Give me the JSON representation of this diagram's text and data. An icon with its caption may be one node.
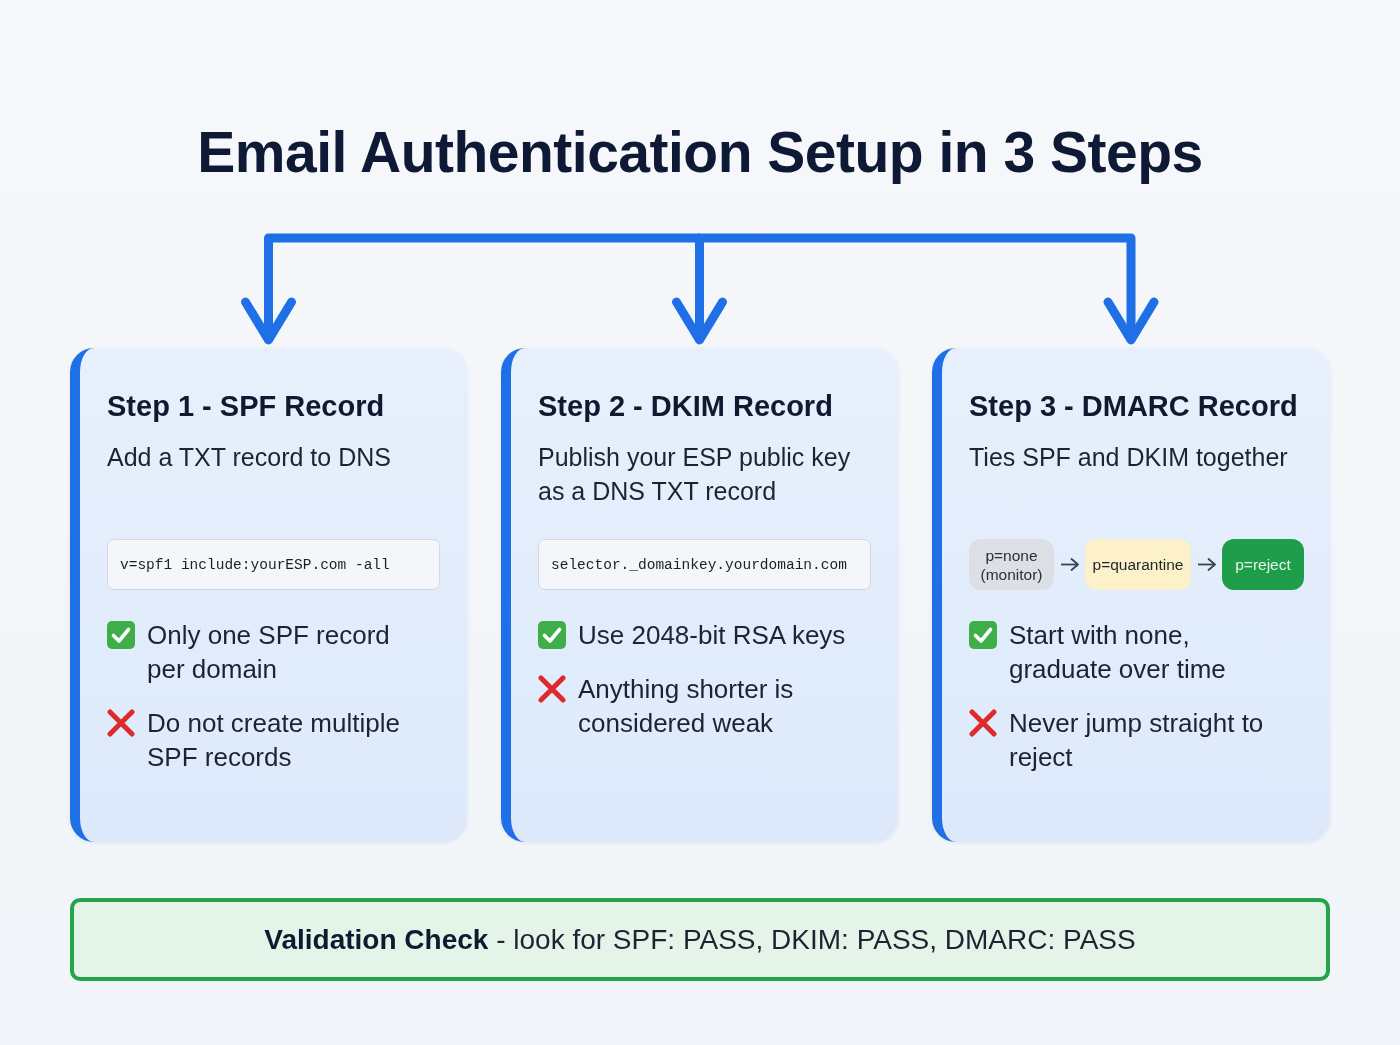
{
  "diagram": {
    "title": "Email Authentication Setup in 3 Steps",
    "nodes": [
      {
        "text": [
          "Step 1 - SPF Record",
          "Add a TXT record to DNS",
          "Only one SPF record per domain",
          "Do not create multiple SPF records"
        ]
      },
      {
        "text": [
          "v=spf1 include:yourESP.com -all"
        ],
        "in": 0
      },
      {
        "text": [
          "Step 2 - DKIM Record",
          "Publish your ESP public key as a DNS TXT record",
          "Use 2048-bit RSA keys",
          "Anything shorter is considered weak"
        ]
      },
      {
        "text": [
          "selector._domainkey.yourdomain.com"
        ],
        "in": 2
      },
      {
        "text": [
          "Step 3 - DMARC Record",
          "Ties SPF and DKIM together",
          "Start with none, graduate over time",
          "Never jump straight to reject"
        ]
      },
      {
        "text": [
          "p=none (monitor)"
        ],
        "in": 4
      },
      {
        "text": [
          "p=quarantine"
        ],
        "in": 4
      },
      {
        "text": [
          "p=reject"
        ],
        "in": 4
      },
      {
        "text": [
          "**Validation Check** - look for SPF: PASS, DKIM: PASS, DMARC: PASS"
        ]
      }
    ],
    "edges": [
      {
        "from": null,
        "to": 0,
        "arrow": "to"
      },
      {
        "from": null,
        "to": 2,
        "arrow": "to"
      },
      {
        "from": null,
        "to": 4,
        "arrow": "to"
      },
      {
        "from": 5,
        "to": 6,
        "arrow": "to",
        "color": "#3c4350"
      },
      {
        "from": 6,
        "to": 7,
        "arrow": "to",
        "color": "#3c4350"
      }
    ]
  }
}
